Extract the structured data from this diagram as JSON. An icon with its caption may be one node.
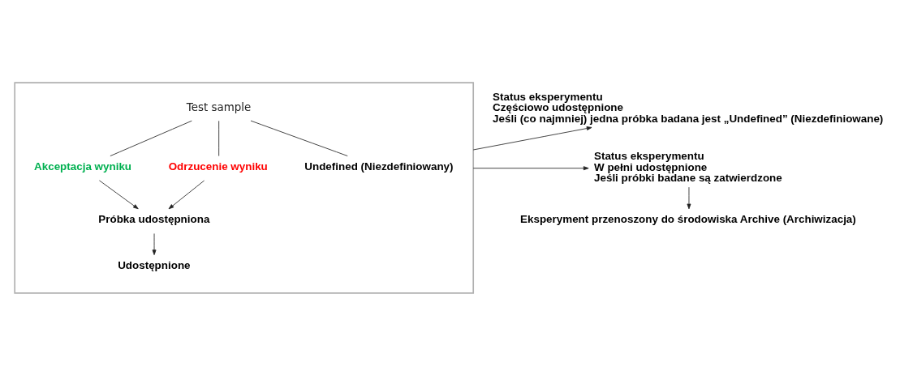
{
  "diagram": {
    "nodes": [
      {
        "text": [],
        "shape": "box"
      },
      {
        "text": [
          "Test sample"
        ],
        "in": 0
      },
      {
        "text": [
          "Akceptacja wyniku"
        ],
        "in": 0
      },
      {
        "text": [
          "Odrzucenie wyniku"
        ],
        "in": 0
      },
      {
        "text": [
          "Undefined (Niezdefiniowany)"
        ],
        "in": 0
      },
      {
        "text": [
          "Próbka udostępniona"
        ],
        "in": 0
      },
      {
        "text": [
          "Udostępnione"
        ],
        "in": 0
      },
      {
        "text": [
          "Status eksperymentu",
          "Częściowo udostępnione",
          "Jeśli (co najmniej) jedna próbka badana jest „Undefined” (Niezdefiniowane)"
        ]
      },
      {
        "text": [
          "Status eksperymentu",
          "W pełni udostępnione",
          "Jeśli próbki badane są zatwierdzone"
        ]
      },
      {
        "text": [
          "Eksperyment przenoszony do środowiska Archive (Archiwizacja)"
        ]
      }
    ],
    "edges": [
      {
        "from": 1,
        "to": 2,
        "arrow": "none"
      },
      {
        "from": 1,
        "to": 3,
        "arrow": "none"
      },
      {
        "from": 1,
        "to": 4,
        "arrow": "none"
      },
      {
        "from": 2,
        "to": 5,
        "arrow": "to"
      },
      {
        "from": 3,
        "to": 5,
        "arrow": "to"
      },
      {
        "from": 5,
        "to": 6,
        "arrow": "to"
      },
      {
        "from": 0,
        "to": 7,
        "arrow": "to"
      },
      {
        "from": 0,
        "to": 8,
        "arrow": "to"
      },
      {
        "from": 8,
        "to": 9,
        "arrow": "to"
      }
    ]
  }
}
